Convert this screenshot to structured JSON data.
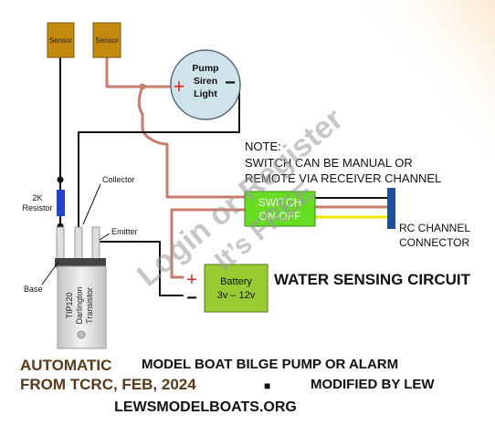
{
  "sensors": [
    {
      "label": "Sensor"
    },
    {
      "label": "Sensor"
    }
  ],
  "load": {
    "lines": [
      "Pump",
      "Siren",
      "Light"
    ],
    "plus": "+",
    "minus": "−"
  },
  "note": {
    "title": "NOTE:",
    "line1": "SWITCH CAN BE MANUAL OR",
    "line2": "REMOTE VIA RECEIVER CHANNEL"
  },
  "switch": {
    "line1": "SWITCH",
    "line2": "ON-OFF"
  },
  "rc_connector": {
    "line1": "RC CHANNEL",
    "line2": "CONNECTOR"
  },
  "resistor": {
    "line1": "2K",
    "line2": "Resistor"
  },
  "transistor": {
    "lines": [
      "TIP120",
      "Darlington",
      "Transistor"
    ],
    "pins": {
      "collector": "Collector",
      "emitter": "Emitter",
      "base": "Base"
    }
  },
  "battery": {
    "title": "Battery",
    "voltage": "3v – 12v",
    "plus": "+",
    "minus": "−"
  },
  "circuit_title": "WATER SENSING CIRCUIT",
  "watermark": {
    "line1": "Login or Register",
    "line2": "It’s FREE"
  },
  "footer": {
    "automatic": "AUTOMATIC",
    "title": "MODEL BOAT  BILGE PUMP OR  ALARM",
    "from": "FROM  TCRC, FEB, 2024",
    "bullet": "■",
    "modified": "MODIFIED BY  LEW",
    "site": "LEWSMODELBOATS.ORG"
  },
  "colors": {
    "sensor": "#c48a0f",
    "load": "#cfe3ea",
    "switch": "#66dd22",
    "battery": "#99cc33",
    "connector": "#1f4e9a",
    "resistor": "#2244cc",
    "wire_red": "#c97b6c",
    "wire_black": "#111111",
    "wire_yellow": "#f2e600",
    "plus": "#dd2222",
    "footer_text": "#5a3a1a",
    "watermark": "#999999"
  }
}
